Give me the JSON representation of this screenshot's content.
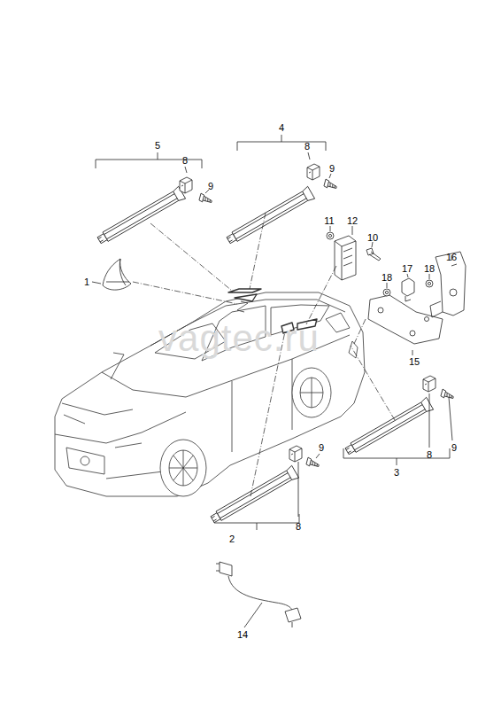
{
  "diagram": {
    "labels": [
      "5",
      "8",
      "9",
      "4",
      "8",
      "9",
      "11",
      "12",
      "10",
      "16",
      "1",
      "18",
      "17",
      "18",
      "15",
      "9",
      "8",
      "3",
      "9",
      "8",
      "2",
      "14",
      "vagtec.ru"
    ]
  }
}
